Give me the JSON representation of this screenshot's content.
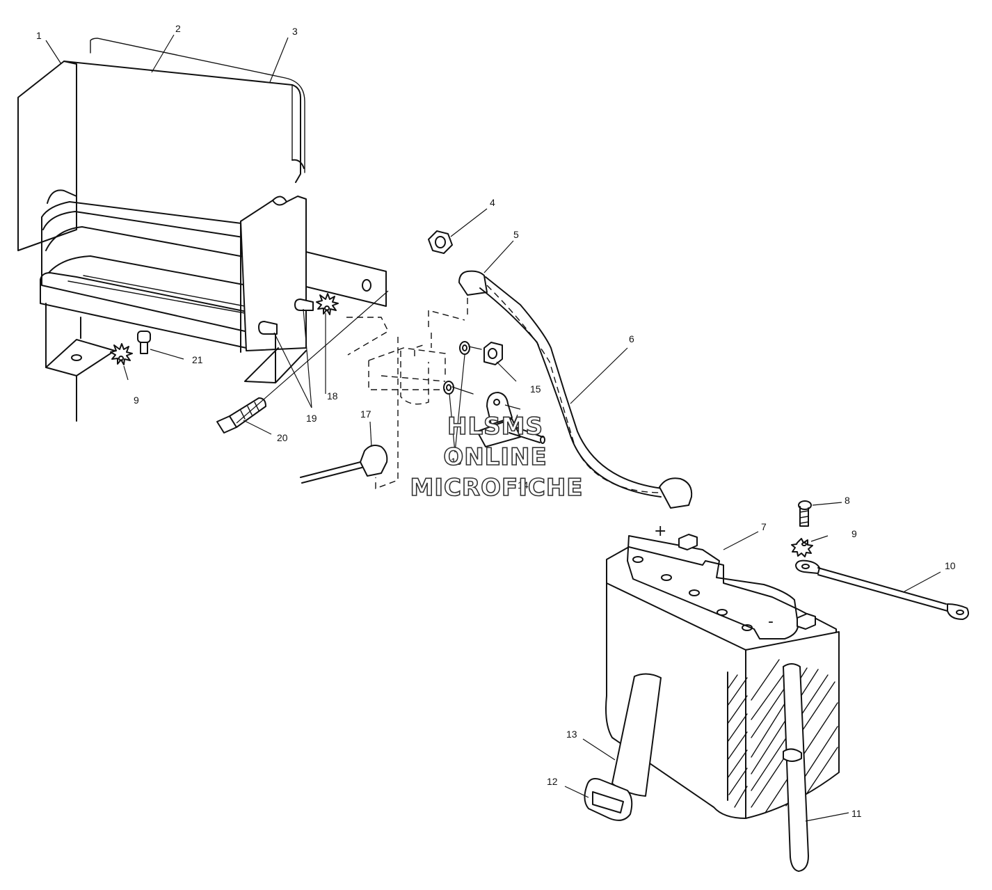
{
  "callouts": [
    "1",
    "2",
    "3",
    "4",
    "5",
    "6",
    "7",
    "8",
    "9",
    "10",
    "11",
    "12",
    "13",
    "14",
    "15",
    "16",
    "17",
    "18",
    "19",
    "20",
    "21",
    "9"
  ],
  "watermark": {
    "line1": "HLSMS",
    "line2": "ONLINE",
    "line3": "MICROFICHE"
  },
  "terminals": {
    "positive": "+",
    "negative": "-"
  }
}
